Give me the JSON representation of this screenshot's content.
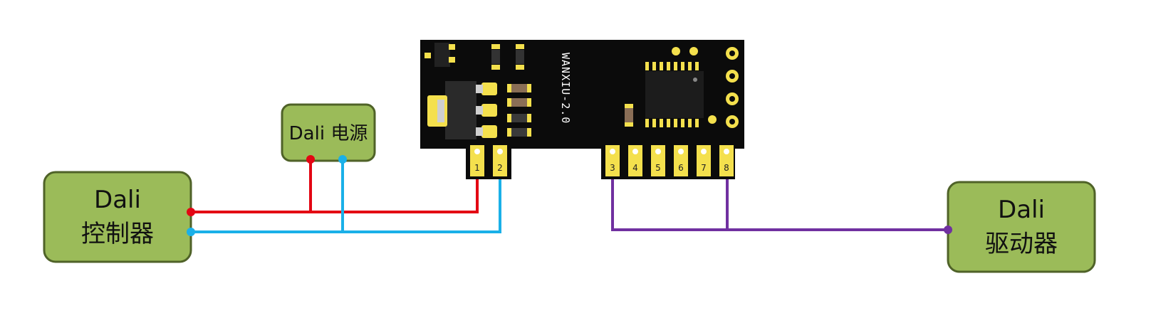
{
  "diagram": {
    "controller": {
      "line1": "Dali",
      "line2": "控制器"
    },
    "power": {
      "label": "Dali 电源"
    },
    "driver": {
      "line1": "Dali",
      "line2": "驱动器"
    },
    "board": {
      "label": "WANXIU-2.0",
      "left_pins": [
        "1",
        "2"
      ],
      "right_pins": [
        "3",
        "4",
        "5",
        "6",
        "7",
        "8"
      ]
    },
    "colors": {
      "box_fill": "#9bbb59",
      "box_stroke": "#4f6228",
      "board": "#0b0b0b",
      "pad": "#f4e04d",
      "wire_red": "#e30613",
      "wire_blue": "#1ab0e8",
      "wire_purple": "#7030a0"
    }
  }
}
